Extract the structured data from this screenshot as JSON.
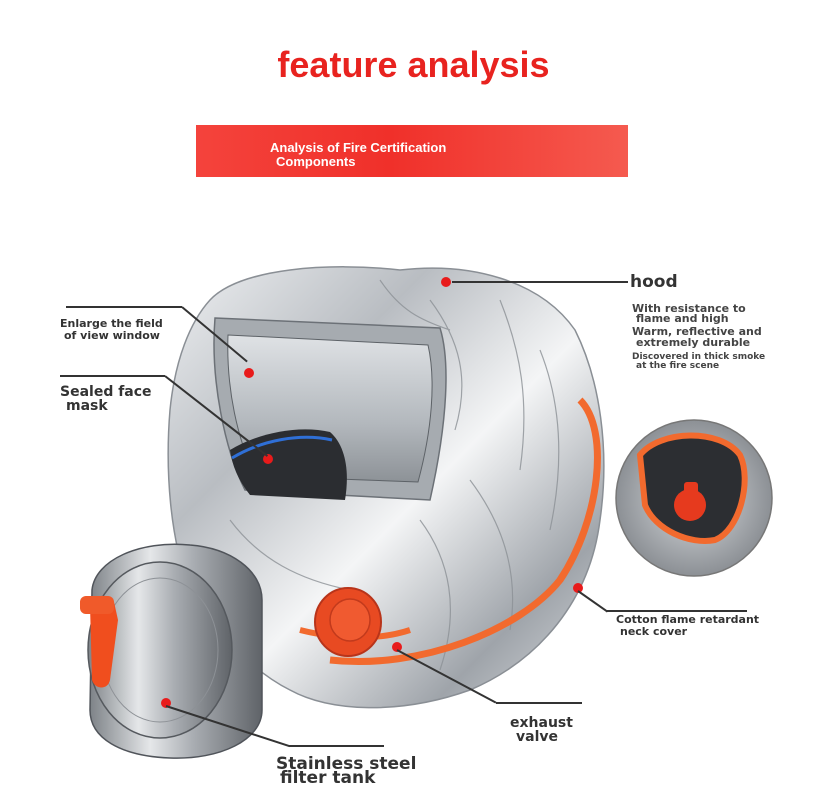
{
  "title": "feature analysis",
  "banner": {
    "line1": "Analysis of Fire Certification",
    "line2": "Components"
  },
  "callouts": {
    "hood": {
      "title": "hood",
      "desc": [
        "With resistance to",
        "flame and high",
        "Warm, reflective and",
        "extremely durable",
        "Discovered in thick smoke",
        "at the fire scene"
      ]
    },
    "view_window": [
      "Enlarge the field",
      "of view window"
    ],
    "face_mask": [
      "Sealed face",
      "mask"
    ],
    "neck_cover": [
      "Cotton flame retardant",
      "neck cover"
    ],
    "exhaust_valve": [
      "exhaust",
      "valve"
    ],
    "filter_tank": [
      "Stainless steel",
      "filter tank"
    ]
  },
  "colors": {
    "accent_red": "#e8231f",
    "banner_red": "#f0302a",
    "orange_trim": "#f26a2e",
    "silver": "#c9ccd0"
  }
}
